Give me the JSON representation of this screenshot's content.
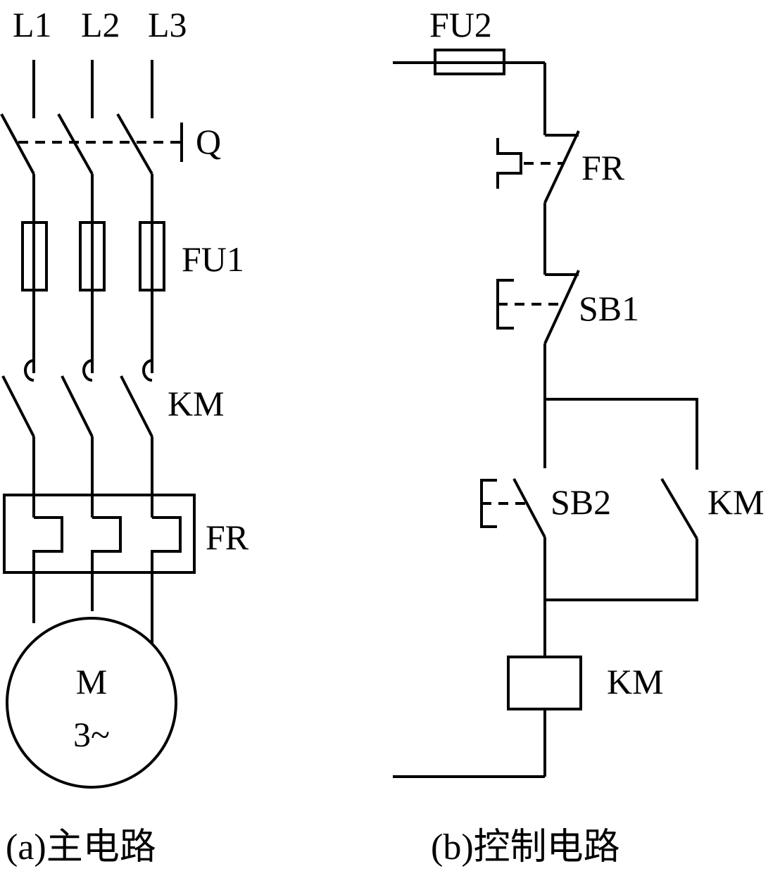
{
  "main_circuit": {
    "caption": "(a)主电路",
    "phase_labels": [
      "L1",
      "L2",
      "L3"
    ],
    "switch_label": "Q",
    "fuse_label": "FU1",
    "contactor_label": "KM",
    "relay_label": "FR",
    "motor": {
      "name": "M",
      "phases": "3~"
    }
  },
  "control_circuit": {
    "caption": "(b)控制电路",
    "fuse_label": "FU2",
    "relay_contact_label": "FR",
    "stop_button_label": "SB1",
    "start_button_label": "SB2",
    "holding_contact_label": "KM",
    "coil_label": "KM"
  }
}
